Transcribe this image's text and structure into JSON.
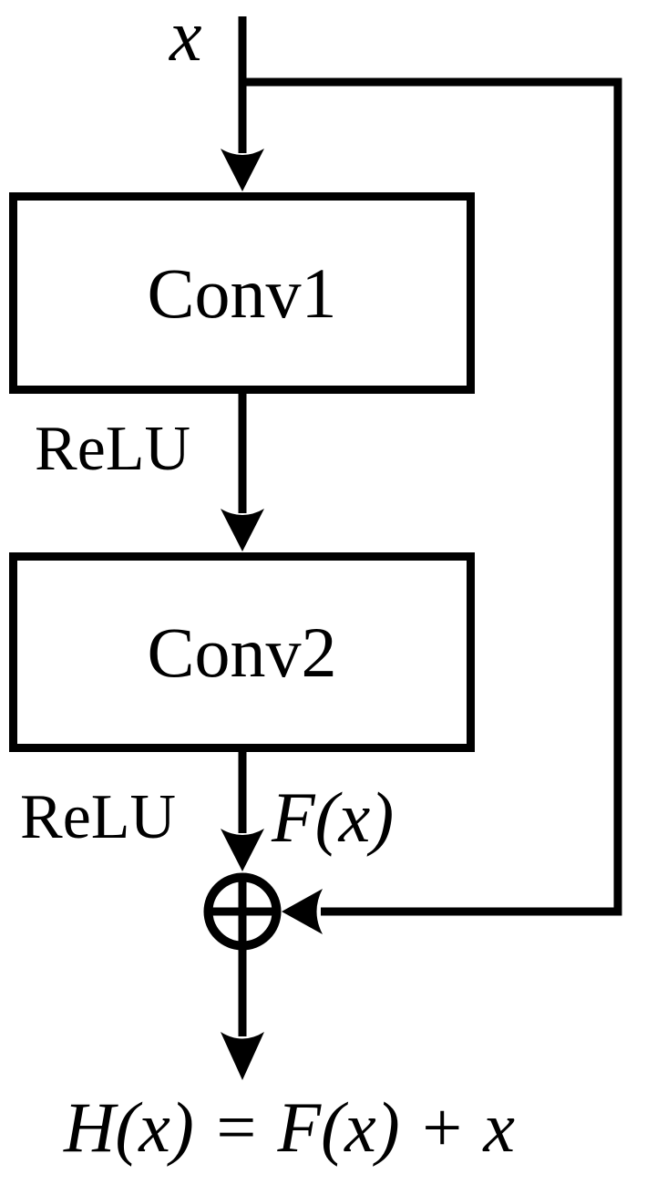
{
  "diagram": {
    "title_semantic": "residual-block",
    "input_label": "x",
    "blocks": [
      {
        "label": "Conv1"
      },
      {
        "label": "Conv2"
      }
    ],
    "activation_labels": {
      "after_conv1": "ReLU",
      "after_conv2": "ReLU"
    },
    "residual_output_label": "F(x)",
    "sum_symbol": "circled-plus",
    "output_equation": "H(x) = F(x) + x",
    "colors": {
      "line": "#000000",
      "background": "#ffffff",
      "box_fill": "#ffffff"
    }
  }
}
